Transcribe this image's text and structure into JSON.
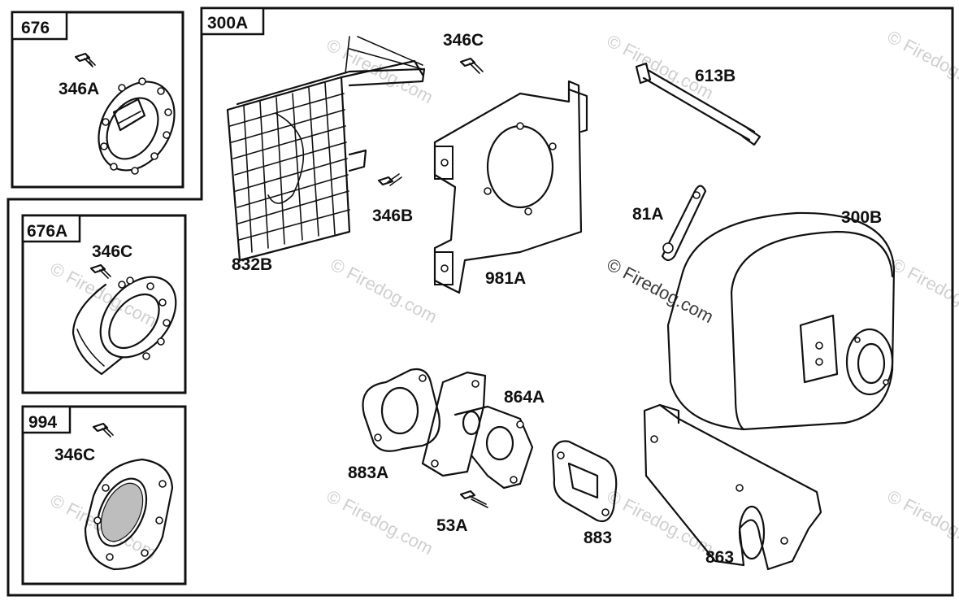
{
  "panels": {
    "p676": "676",
    "p676a": "676A",
    "p994": "994",
    "p300a": "300A"
  },
  "parts": {
    "l346a": "346A",
    "l346c_676a": "346C",
    "l346c_994": "346C",
    "l346c_top": "346C",
    "l346b": "346B",
    "l832b": "832B",
    "l981a": "981A",
    "l613b": "613B",
    "l81a": "81A",
    "l300b": "300B",
    "l864a": "864A",
    "l883a": "883A",
    "l53a": "53A",
    "l883": "883",
    "l863": "863"
  },
  "watermark": {
    "text": "© Firedog.com"
  }
}
